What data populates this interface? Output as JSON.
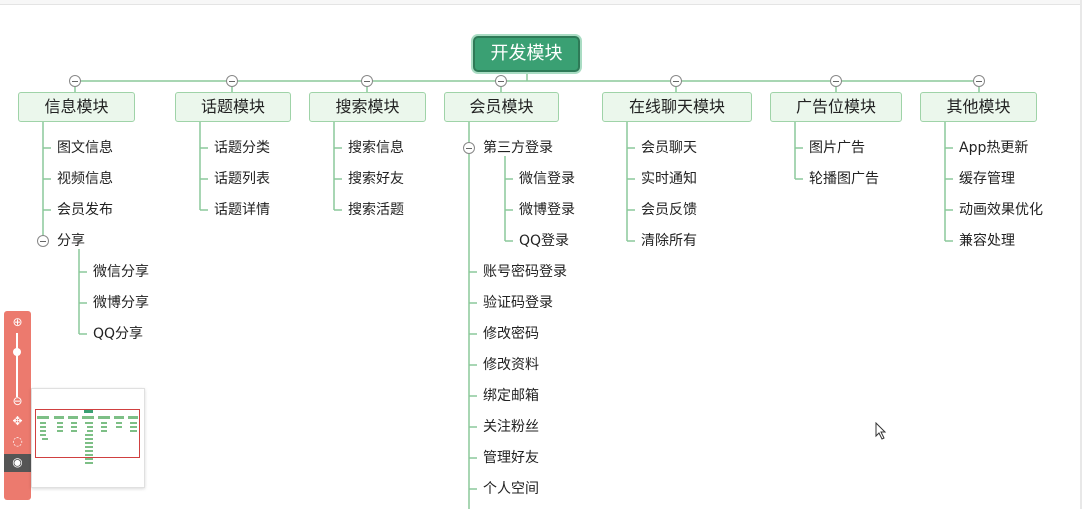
{
  "root": "开发模块",
  "branches": [
    {
      "label": "信息模块",
      "children": [
        {
          "label": "图文信息"
        },
        {
          "label": "视频信息"
        },
        {
          "label": "会员发布"
        },
        {
          "label": "分享",
          "children": [
            {
              "label": "微信分享"
            },
            {
              "label": "微博分享"
            },
            {
              "label": "QQ分享"
            }
          ]
        }
      ]
    },
    {
      "label": "话题模块",
      "children": [
        {
          "label": "话题分类"
        },
        {
          "label": "话题列表"
        },
        {
          "label": "话题详情"
        }
      ]
    },
    {
      "label": "搜索模块",
      "children": [
        {
          "label": "搜索信息"
        },
        {
          "label": "搜索好友"
        },
        {
          "label": "搜索活题"
        }
      ]
    },
    {
      "label": "会员模块",
      "children": [
        {
          "label": "第三方登录",
          "children": [
            {
              "label": "微信登录"
            },
            {
              "label": "微博登录"
            },
            {
              "label": "QQ登录"
            }
          ]
        },
        {
          "label": "账号密码登录"
        },
        {
          "label": "验证码登录"
        },
        {
          "label": "修改密码"
        },
        {
          "label": "修改资料"
        },
        {
          "label": "绑定邮箱"
        },
        {
          "label": "关注粉丝"
        },
        {
          "label": "管理好友"
        },
        {
          "label": "个人空间"
        }
      ]
    },
    {
      "label": "在线聊天模块",
      "children": [
        {
          "label": "会员聊天"
        },
        {
          "label": "实时通知"
        },
        {
          "label": "会员反馈"
        },
        {
          "label": "清除所有"
        }
      ]
    },
    {
      "label": "广告位模块",
      "children": [
        {
          "label": "图片广告"
        },
        {
          "label": "轮播图广告"
        }
      ]
    },
    {
      "label": "其他模块",
      "children": [
        {
          "label": "App热更新"
        },
        {
          "label": "缓存管理"
        },
        {
          "label": "动画效果优化"
        },
        {
          "label": "兼容处理"
        }
      ]
    }
  ],
  "toolbar": [
    {
      "icon": "zoom-in-icon"
    },
    {
      "icon": "zoom-slider"
    },
    {
      "icon": "zoom-out-icon"
    },
    {
      "icon": "move-icon"
    },
    {
      "icon": "select-icon"
    },
    {
      "icon": "eye-icon"
    }
  ],
  "colors": {
    "root_fill": "#3aa073",
    "branch_fill": "#ebf7ec",
    "branch_border": "#9fd3a8",
    "line": "#8bc99a",
    "toolbar": "#ec7a6e"
  }
}
